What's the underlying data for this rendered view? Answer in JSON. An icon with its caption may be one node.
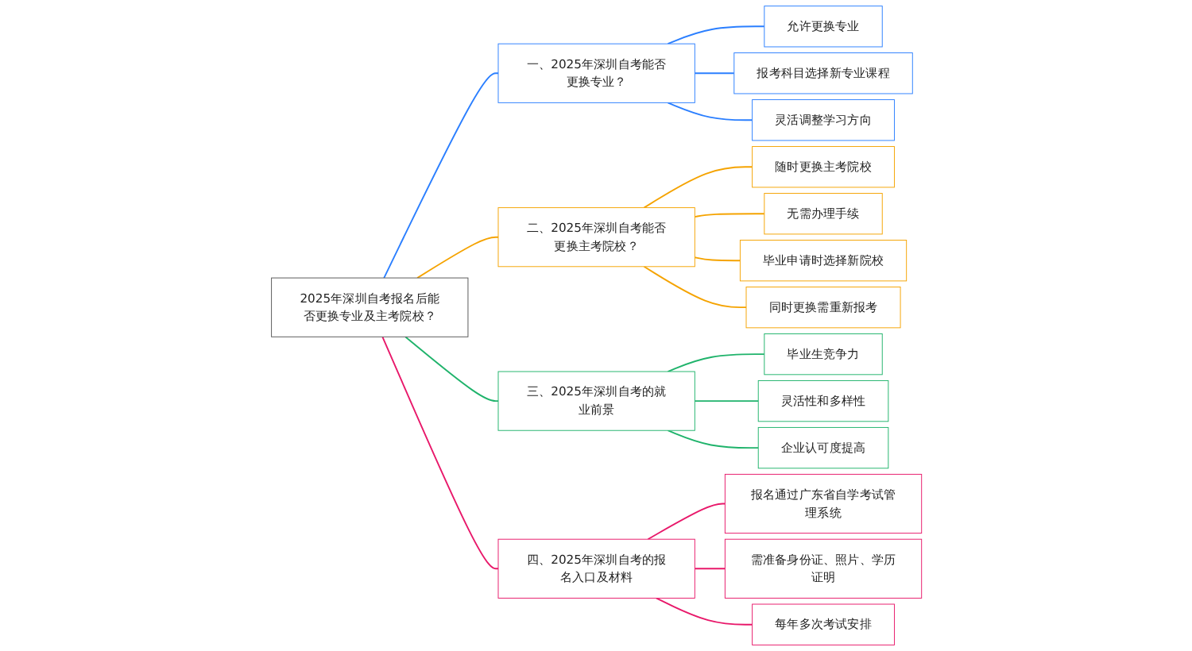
{
  "diagram": {
    "nodes": [
      {
        "text": [
          "2025年深圳自考报名后能否更换专业及主考院校？"
        ]
      },
      {
        "text": [
          "一、2025年深圳自考能否更换专业？"
        ]
      },
      {
        "text": [
          "允许更换专业"
        ]
      },
      {
        "text": [
          "报考科目选择新专业课程"
        ]
      },
      {
        "text": [
          "灵活调整学习方向"
        ]
      },
      {
        "text": [
          "二、2025年深圳自考能否更换主考院校？"
        ]
      },
      {
        "text": [
          "随时更换主考院校"
        ]
      },
      {
        "text": [
          "无需办理手续"
        ]
      },
      {
        "text": [
          "毕业申请时选择新院校"
        ]
      },
      {
        "text": [
          "同时更换需重新报考"
        ]
      },
      {
        "text": [
          "三、2025年深圳自考的就业前景"
        ]
      },
      {
        "text": [
          "毕业生竞争力"
        ]
      },
      {
        "text": [
          "灵活性和多样性"
        ]
      },
      {
        "text": [
          "企业认可度提高"
        ]
      },
      {
        "text": [
          "四、2025年深圳自考的报名入口及材料"
        ]
      },
      {
        "text": [
          "报名通过广东省自学考试管理系统"
        ]
      },
      {
        "text": [
          "需准备身份证、照片、学历证明"
        ]
      },
      {
        "text": [
          "每年多次考试安排"
        ]
      }
    ],
    "edges": [
      {
        "from": 0,
        "to": 1,
        "arrow": "none",
        "color": "#2b7fff"
      },
      {
        "from": 1,
        "to": 2,
        "arrow": "none",
        "color": "#2b7fff"
      },
      {
        "from": 1,
        "to": 3,
        "arrow": "none",
        "color": "#2b7fff"
      },
      {
        "from": 1,
        "to": 4,
        "arrow": "none",
        "color": "#2b7fff"
      },
      {
        "from": 0,
        "to": 5,
        "arrow": "none",
        "color": "#f5a300"
      },
      {
        "from": 5,
        "to": 6,
        "arrow": "none",
        "color": "#f5a300"
      },
      {
        "from": 5,
        "to": 7,
        "arrow": "none",
        "color": "#f5a300"
      },
      {
        "from": 5,
        "to": 8,
        "arrow": "none",
        "color": "#f5a300"
      },
      {
        "from": 5,
        "to": 9,
        "arrow": "none",
        "color": "#f5a300"
      },
      {
        "from": 0,
        "to": 10,
        "arrow": "none",
        "color": "#1fb36b"
      },
      {
        "from": 10,
        "to": 11,
        "arrow": "none",
        "color": "#1fb36b"
      },
      {
        "from": 10,
        "to": 12,
        "arrow": "none",
        "color": "#1fb36b"
      },
      {
        "from": 10,
        "to": 13,
        "arrow": "none",
        "color": "#1fb36b"
      },
      {
        "from": 0,
        "to": 14,
        "arrow": "none",
        "color": "#e8186a"
      },
      {
        "from": 14,
        "to": 15,
        "arrow": "none",
        "color": "#e8186a"
      },
      {
        "from": 14,
        "to": 16,
        "arrow": "none",
        "color": "#e8186a"
      },
      {
        "from": 14,
        "to": 17,
        "arrow": "none",
        "color": "#e8186a"
      }
    ]
  }
}
